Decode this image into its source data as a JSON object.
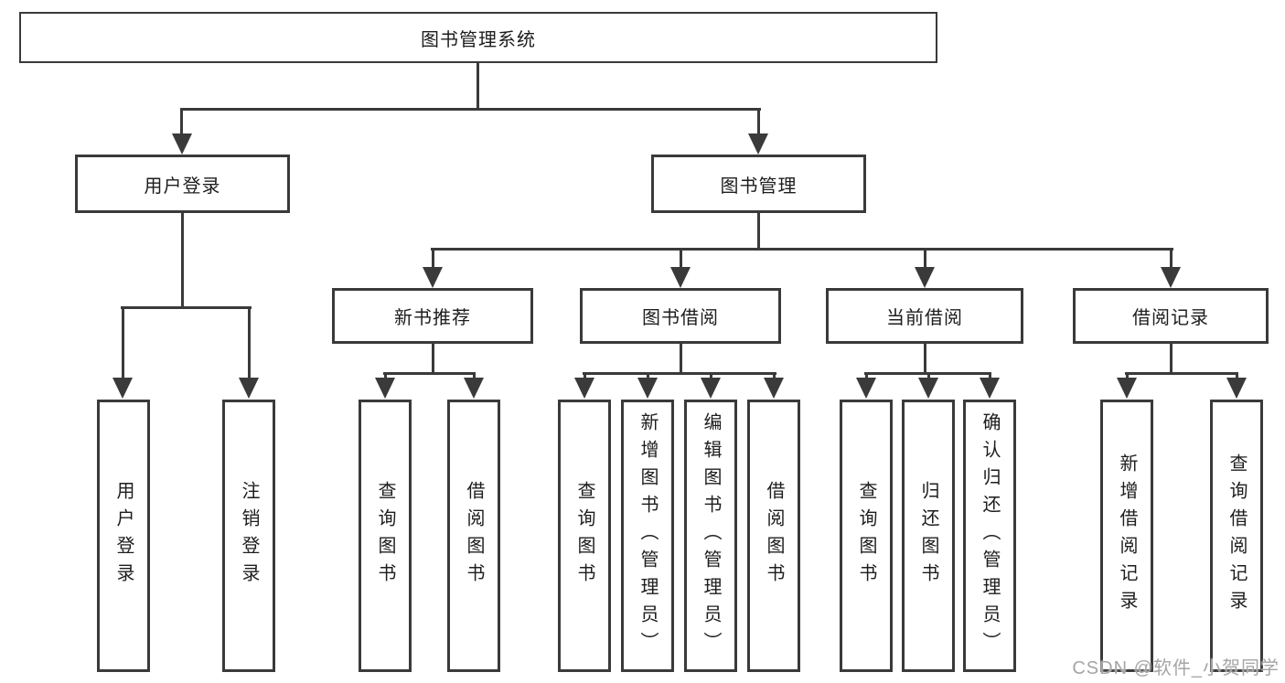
{
  "diagram": {
    "root": "图书管理系统",
    "branches": [
      {
        "label": "用户登录",
        "children": [
          "用户登录",
          "注销登录"
        ]
      },
      {
        "label": "图书管理",
        "children": [
          {
            "label": "新书推荐",
            "children": [
              "查询图书",
              "借阅图书"
            ]
          },
          {
            "label": "图书借阅",
            "children": [
              "查询图书",
              "新增图书（管理员）",
              "编辑图书（管理员）",
              "借阅图书"
            ]
          },
          {
            "label": "当前借阅",
            "children": [
              "查询图书",
              "归还图书",
              "确认归还（管理员）"
            ]
          },
          {
            "label": "借阅记录",
            "children": [
              "新增借阅记录",
              "查询借阅记录"
            ]
          }
        ]
      }
    ]
  },
  "watermark": {
    "text": "CSDN @软件_小贺同学"
  },
  "colors": {
    "line": "#3a3a3a",
    "text": "#1d1d1d",
    "watermark": "#a5a5a5",
    "background": "#ffffff"
  }
}
